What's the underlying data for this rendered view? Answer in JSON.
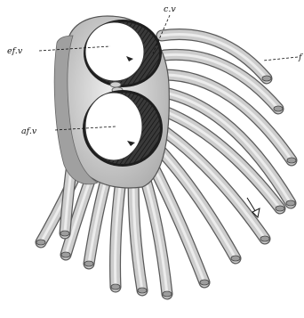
{
  "labels": {
    "cv": "c.v",
    "efv": "ef.v",
    "afv": "af.v",
    "f": "f"
  }
}
